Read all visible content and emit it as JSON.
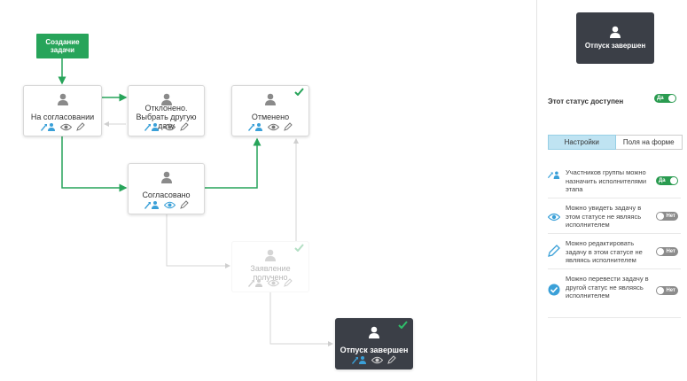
{
  "workflow": {
    "start_node": "Создание задачи",
    "nodes": [
      {
        "id": "na-soglasovanii",
        "label": "На согласовании",
        "checked": false,
        "faded": false,
        "active": false
      },
      {
        "id": "otkloneno",
        "label": "Отклонено. Выбрать другую дату",
        "checked": false,
        "faded": false,
        "active": false
      },
      {
        "id": "otmeneno",
        "label": "Отменено",
        "checked": true,
        "faded": false,
        "active": false
      },
      {
        "id": "soglasovano",
        "label": "Согласовано",
        "checked": false,
        "faded": false,
        "active": false
      },
      {
        "id": "zayavlenie",
        "label": "Заявление получено",
        "checked": true,
        "faded": true,
        "active": false
      },
      {
        "id": "otpusk",
        "label": "Отпуск завершен",
        "checked": true,
        "faded": false,
        "active": true
      }
    ]
  },
  "panel": {
    "preview_title": "Отпуск завершен",
    "status_available_label": "Этот статус доступен",
    "status_available_toggle": "Да",
    "tabs": [
      "Настройки",
      "Поля на форме"
    ],
    "selected_tab": 0,
    "permissions": [
      {
        "icon": "assign-users-icon",
        "text": "Участников группы можно назначить исполнителями этапа",
        "toggle": "Да",
        "on": true
      },
      {
        "icon": "eye-icon",
        "text": "Можно увидеть задачу в этом статусе не являясь исполнителем",
        "toggle": "Нет",
        "on": false
      },
      {
        "icon": "pencil-icon",
        "text": "Можно редактировать задачу в этом статусе не являясь исполнителем",
        "toggle": "Нет",
        "on": false
      },
      {
        "icon": "check-circle-icon",
        "text": "Можно перевести задачу в другой статус не являясь исполнителем",
        "toggle": "Нет",
        "on": false
      }
    ]
  },
  "colors": {
    "accent_green": "#27a45a",
    "action_blue": "#3aa0d8",
    "active_node": "#3b3f47",
    "tab_selected": "#bfe3f2"
  }
}
